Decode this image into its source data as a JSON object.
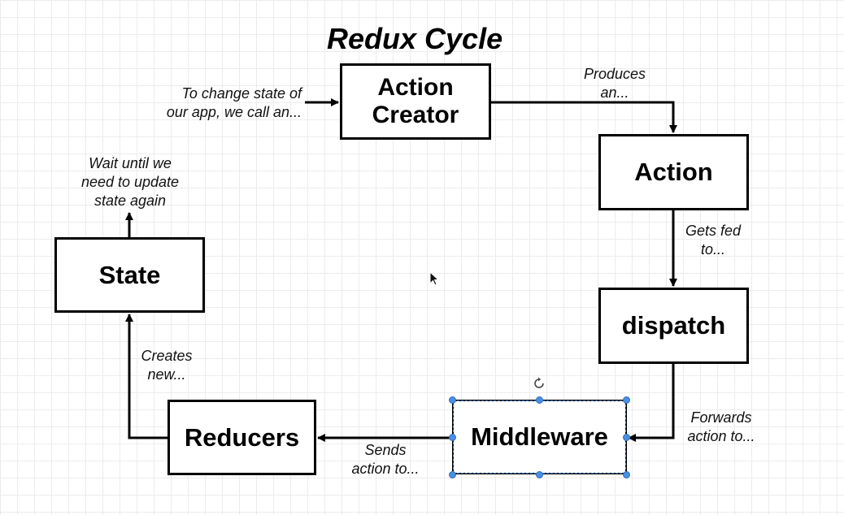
{
  "title": "Redux Cycle",
  "nodes": {
    "action_creator": {
      "line1": "Action",
      "line2": "Creator"
    },
    "action": "Action",
    "dispatch": "dispatch",
    "middleware": "Middleware",
    "reducers": "Reducers",
    "state": "State"
  },
  "edge_labels": {
    "to_change": [
      "To change state of",
      "our app, we call an..."
    ],
    "produces": [
      "Produces",
      "an..."
    ],
    "gets_fed": [
      "Gets fed",
      "to..."
    ],
    "forwards": [
      "Forwards",
      "action to..."
    ],
    "sends": [
      "Sends",
      "action to..."
    ],
    "creates": [
      "Creates",
      "new..."
    ],
    "wait": [
      "Wait until we",
      "need to update",
      "state again"
    ]
  },
  "selection": {
    "selected_node": "middleware",
    "handle_color": "#4a90e2"
  },
  "colors": {
    "stroke": "#000000",
    "grid": "#ececec"
  },
  "icons": {
    "rotate": "rotate-icon",
    "cursor": "mouse-pointer-icon"
  }
}
